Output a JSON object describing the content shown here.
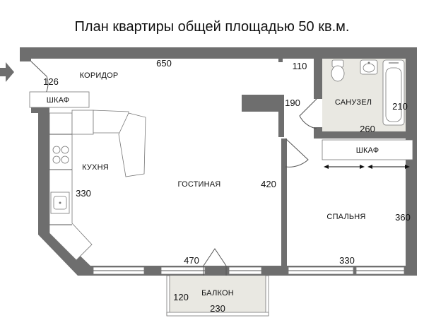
{
  "title": "План квартиры общей площадью 50 кв.м.",
  "rooms": {
    "corridor": "КОРИДОР",
    "wardrobe_corridor": "ШКАФ",
    "kitchen": "КУХНЯ",
    "living": "ГОСТИНАЯ",
    "bathroom": "САНУЗЕЛ",
    "wardrobe_bedroom": "ШКАФ",
    "bedroom": "СПАЛЬНЯ",
    "balcony": "БАЛКОН"
  },
  "dimensions": {
    "corridor_length": "650",
    "corridor_width": "126",
    "bath_wall": "110",
    "hall_door": "190",
    "bath_height": "210",
    "bath_width": "260",
    "living_height": "420",
    "kitchen_height": "330",
    "bedroom_height": "360",
    "bedroom_width": "330",
    "living_width": "470",
    "balcony_depth": "120",
    "balcony_width": "230"
  }
}
